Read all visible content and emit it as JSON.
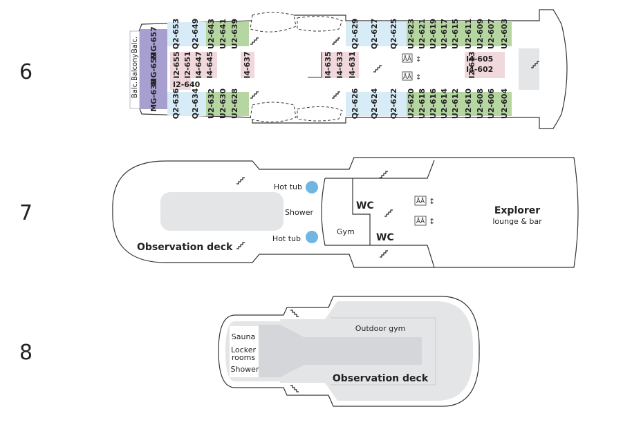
{
  "colors": {
    "blue_cabin": "#d8ecf8",
    "green_cabin": "#b5d6a1",
    "pink_cabin": "#f0d8dc",
    "purple_cabin": "#a79fcf",
    "grey_area": "#e3e5e7",
    "hull_line": "#333333",
    "hot_tub": "#6fb6e3"
  },
  "decks": [
    {
      "number": "6",
      "starboard_cabins": [
        "Q2-653",
        "Q2-649",
        "U2-643",
        "U2-641",
        "U2-639",
        "Q2-629",
        "Q2-627",
        "Q2-625",
        "U2-623",
        "U2-621",
        "U2-619",
        "U2-617",
        "U2-615",
        "U2-611",
        "U2-609",
        "U2-607",
        "U2-603"
      ],
      "port_cabins": [
        "Q2-636",
        "Q2-634",
        "U2-632",
        "U2-630",
        "U2-628",
        "Q2-626",
        "Q2-624",
        "Q2-622",
        "U2-620",
        "U2-618",
        "U2-616",
        "U2-614",
        "U2-612",
        "U2-610",
        "U2-608",
        "U2-606",
        "U2-604"
      ],
      "inner_cabins": [
        "I2-655",
        "I2-651",
        "I4-647",
        "I4-645",
        "I4-637",
        "I4-635",
        "I4-633",
        "I4-631",
        "I2-613"
      ],
      "inner_cabins_horizontal": [
        "I4-605",
        "I4-602",
        "I2-640"
      ],
      "suites": [
        "MG-657",
        "MG-659",
        "MG-638"
      ],
      "suite_labels": [
        "Balc.",
        "Balcony",
        "Balc."
      ]
    },
    {
      "number": "7",
      "labels": {
        "hot_tub_top": "Hot tub",
        "shower": "Shower",
        "hot_tub_bottom": "Hot tub",
        "gym": "Gym",
        "wc_top": "WC",
        "wc_bottom": "WC",
        "explorer": "Explorer",
        "explorer_sub": "lounge & bar",
        "observation": "Observation deck"
      }
    },
    {
      "number": "8",
      "labels": {
        "sauna": "Sauna",
        "locker_1": "Locker",
        "locker_2": "rooms",
        "shower": "Shower",
        "outdoor_gym": "Outdoor gym",
        "observation": "Observation deck"
      }
    }
  ]
}
